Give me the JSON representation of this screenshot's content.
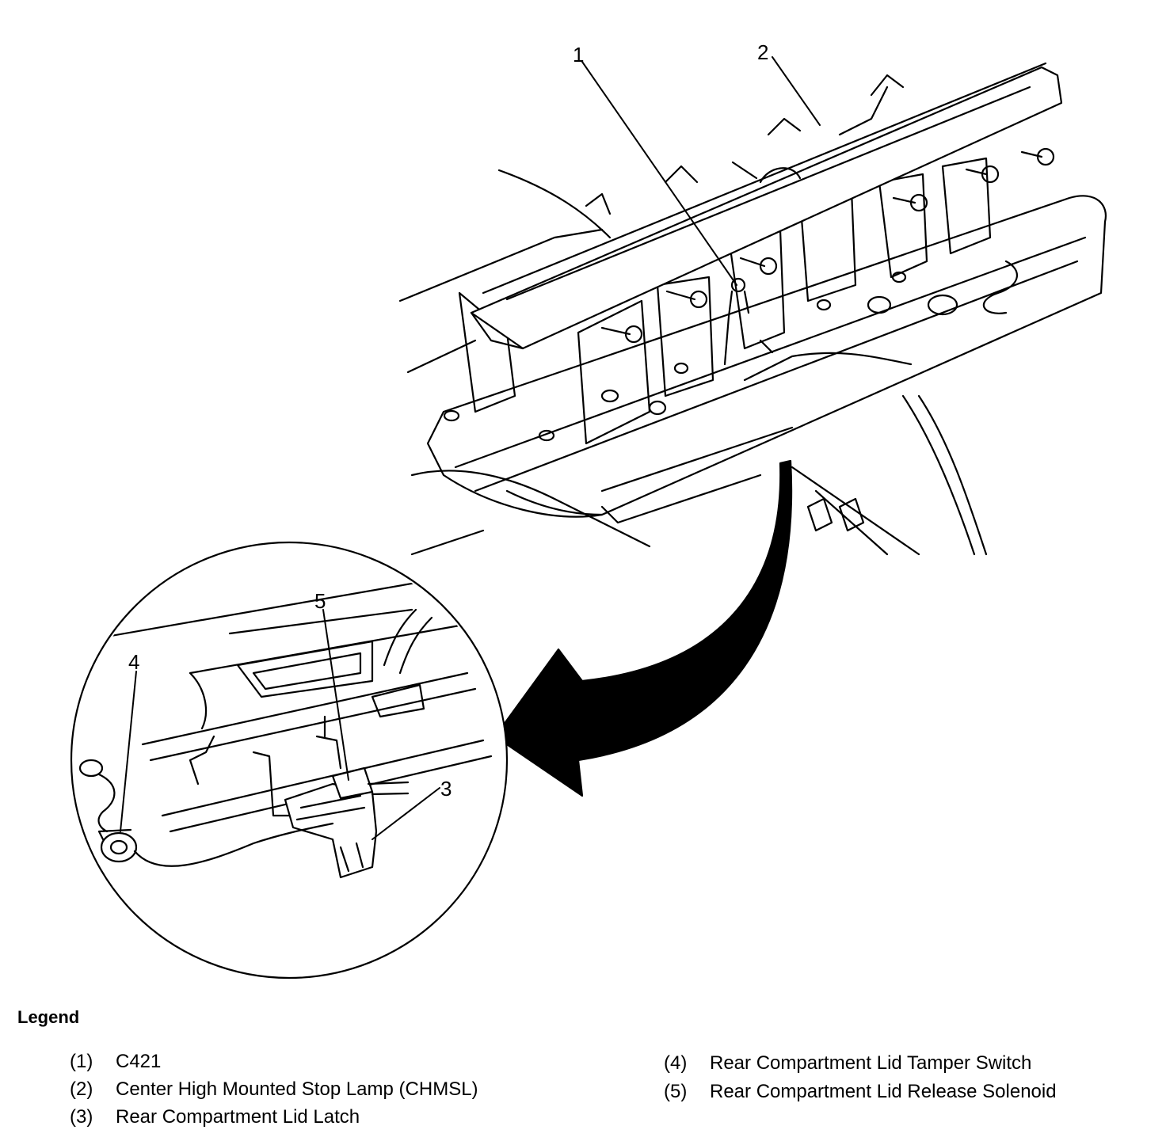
{
  "callouts": {
    "c1": "1",
    "c2": "2",
    "c3": "3",
    "c4": "4",
    "c5": "5"
  },
  "legend": {
    "title": "Legend",
    "items": [
      {
        "num": "(1)",
        "text": "C421"
      },
      {
        "num": "(2)",
        "text": "Center High Mounted Stop Lamp (CHMSL)"
      },
      {
        "num": "(3)",
        "text": "Rear Compartment Lid Latch"
      },
      {
        "num": "(4)",
        "text": "Rear Compartment Lid Tamper Switch"
      },
      {
        "num": "(5)",
        "text": "Rear Compartment Lid Release Solenoid"
      }
    ]
  }
}
